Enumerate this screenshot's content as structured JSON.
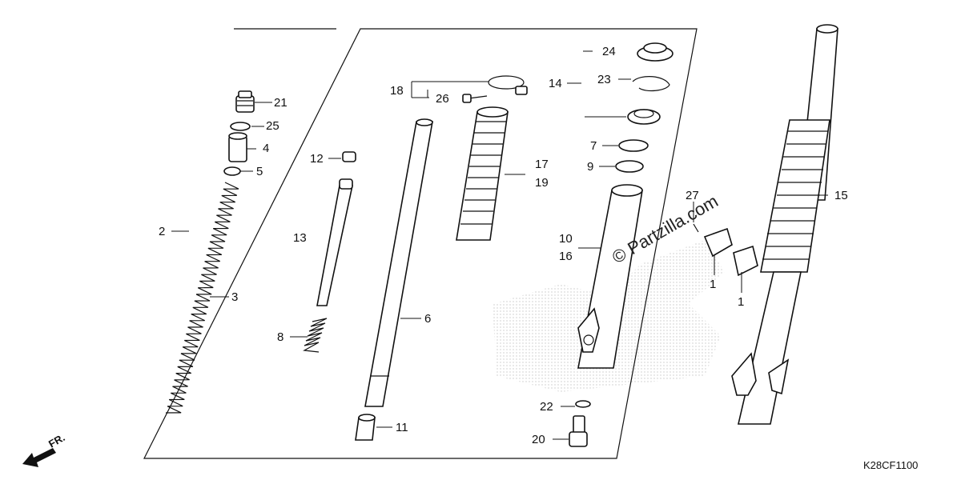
{
  "diagram": {
    "code": "K28CF1100",
    "watermark": "© Partzilla.com",
    "direction_label": "FR.",
    "callouts": {
      "p1a": "1",
      "p1b": "1",
      "p2": "2",
      "p3": "3",
      "p4": "4",
      "p5": "5",
      "p6": "6",
      "p7": "7",
      "p8": "8",
      "p9": "9",
      "p10": "10",
      "p11": "11",
      "p12": "12",
      "p13": "13",
      "p14": "14",
      "p15": "15",
      "p16": "16",
      "p17": "17",
      "p18": "18",
      "p19": "19",
      "p20": "20",
      "p21": "21",
      "p22": "22",
      "p23": "23",
      "p24": "24",
      "p25": "25",
      "p26": "26",
      "p27": "27"
    }
  }
}
